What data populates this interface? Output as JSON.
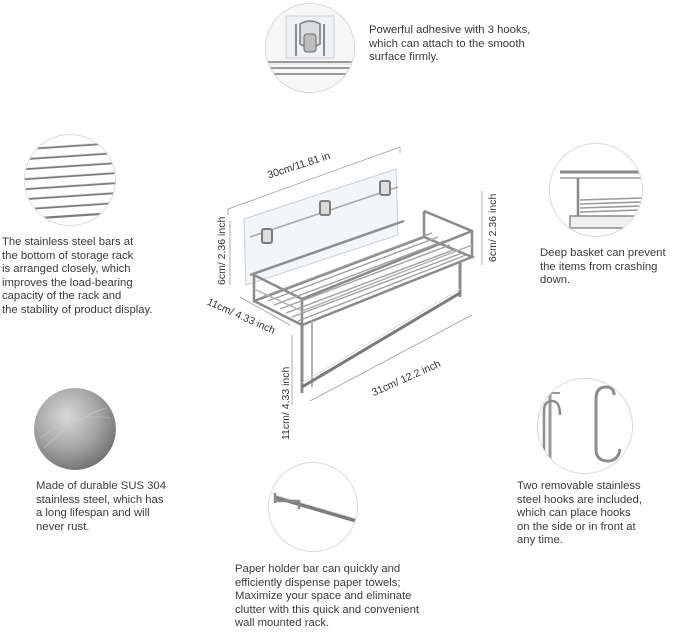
{
  "features": {
    "adhesive": {
      "caption": "Powerful adhesive with 3 hooks,\nwhich can attach to the smooth\nsurface firmly.",
      "icon": "adhesive-hook-icon"
    },
    "bars": {
      "caption": "The stainless steel bars at\nthe bottom of storage rack\nis arranged closely, which\nimproves the load-bearing\ncapacity of the rack and\nthe stability of product display.",
      "icon": "steel-bars-icon"
    },
    "basket": {
      "caption": "Deep basket can prevent\nthe items from crashing\ndown.",
      "icon": "deep-basket-icon"
    },
    "steel": {
      "caption": "Made of durable SUS 304\nstainless steel, which has\na long lifespan and will\nnever rust.",
      "icon": "brushed-steel-icon"
    },
    "hooks": {
      "caption": "Two removable stainless\nsteel hooks are included,\nwhich can place hooks\non the side or in front at\nany time.",
      "icon": "s-hooks-icon"
    },
    "paper_bar": {
      "caption": "Paper holder bar can quickly and\nefficiently dispense paper towels;\nMaximize your space and eliminate\nclutter with this quick and convenient\nwall mounted rack.",
      "icon": "paper-holder-bar-icon"
    }
  },
  "dimensions": {
    "top_width": "30cm/11.81 in",
    "left_height": "6cm/ 2.36 inch",
    "right_height": "6cm/ 2.36 inch",
    "depth": "11cm/ 4.33 inch",
    "bottom_width": "31cm/ 12.2 inch",
    "drop_height": "11cm/ 4.33 inch"
  },
  "colors": {
    "steel_light": "#e8e8e8",
    "steel_mid": "#a9a9a9",
    "steel_dark": "#6f6f6f",
    "circle_border": "#d6d6d6"
  }
}
